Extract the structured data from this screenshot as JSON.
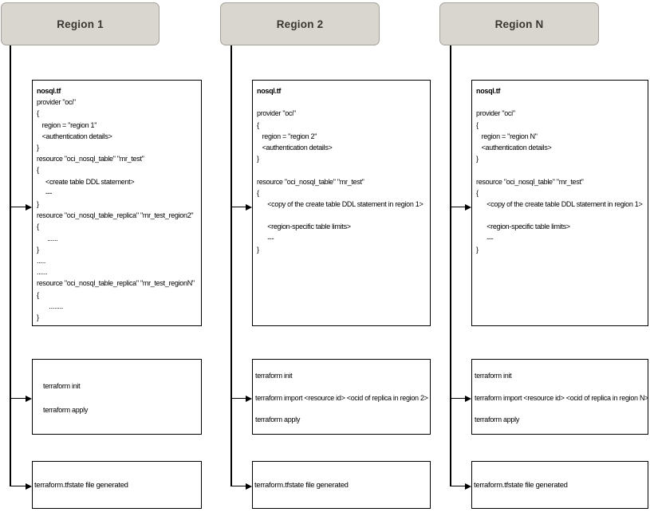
{
  "colors": {
    "background": "#ffffff",
    "header_fill": "#d9d5cf",
    "header_border": "#a5a19b",
    "header_text": "#3a3632",
    "box_border": "#000000",
    "connector": "#000000"
  },
  "columns": [
    {
      "header": "Region 1",
      "file": {
        "name": "nosql.tf",
        "lines": [
          "provider \"oci\"",
          "{",
          "   region = \"region 1\"",
          "   <authentication details>",
          "}",
          "resource \"oci_nosql_table\" \"mr_test\"",
          "{",
          "     <create table DDL statement>",
          "     ---",
          "}",
          "resource \"oci_nosql_table_replica\" \"mr_test_region2\"",
          "{",
          "      ......",
          "}",
          ".....",
          "......",
          "resource \"oci_nosql_table_replica\" \"mr_test_regionN\"",
          "{",
          "       ........",
          "}"
        ]
      },
      "commands": [
        "terraform init",
        "terraform apply"
      ],
      "result": "terraform.tfstate file generated"
    },
    {
      "header": "Region 2",
      "file": {
        "name": "nosql.tf",
        "lines": [
          "",
          "provider \"oci\"",
          "{",
          "   region = \"region 2\"",
          "   <authentication details>",
          "}",
          "",
          "resource \"oci_nosql_table\" \"mr_test\"",
          "{",
          "      <copy of the create table DDL statement in region 1>",
          "",
          "      <region-specific table limits>",
          "      ---",
          "}"
        ]
      },
      "commands": [
        "terraform init",
        "terraform import <resource id> <ocid of replica in region 2>",
        "terraform apply"
      ],
      "result": "terraform.tfstate file generated"
    },
    {
      "header": "Region N",
      "file": {
        "name": "nosql.tf",
        "lines": [
          "",
          "provider \"oci\"",
          "{",
          "   region = \"region N\"",
          "   <authentication details>",
          "}",
          "",
          "resource \"oci_nosql_table\" \"mr_test\"",
          "{",
          "      <copy of the create table DDL statement in region 1>",
          "",
          "      <region-specific table limits>",
          "      ---",
          "}"
        ]
      },
      "commands": [
        "terraform init",
        "terraform import <resource id> <ocid of replica in region N>",
        "terraform apply"
      ],
      "result": "terraform.tfstate file generated"
    }
  ]
}
